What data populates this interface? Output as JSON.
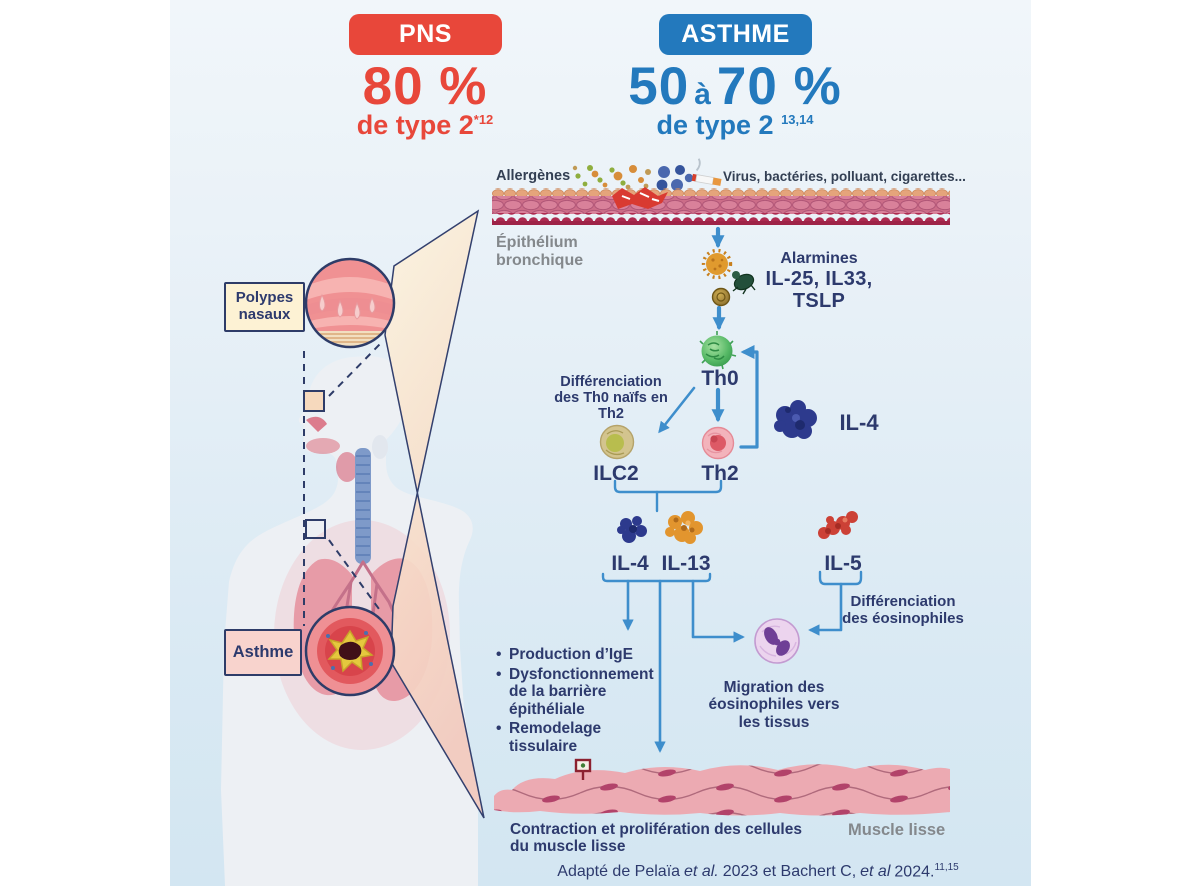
{
  "header": {
    "pns": {
      "badge": "PNS",
      "percent": "80 %",
      "subtitle": "de type 2",
      "subtitle_sup": "*12",
      "color": "#e8473a"
    },
    "asthme": {
      "badge": "ASTHME",
      "percent_start": "50",
      "percent_conj": "à",
      "percent_end": "70 %",
      "subtitle": "de type 2",
      "subtitle_sup": "13,14",
      "color": "#2379bd"
    }
  },
  "body_panel": {
    "polypes_label": "Polypes nasaux",
    "asthme_label": "Asthme"
  },
  "pathway": {
    "allergens_label": "Allergènes",
    "triggers_label": "Virus, bactéries, polluant, cigarettes...",
    "epithelium_label": "Épithélium bronchique",
    "alarmines_title": "Alarmines",
    "alarmines_list": "IL-25, IL33, TSLP",
    "th0_label": "Th0",
    "differentiation_note": "Différenciation des Th0 naïfs en Th2",
    "ilc2_label": "ILC2",
    "th2_label": "Th2",
    "il4_feedback_label": "IL-4",
    "il4_label": "IL-4",
    "il13_label": "IL-13",
    "il5_label": "IL-5",
    "effects": [
      "Production d’IgE",
      "Dysfonctionnement de la barrière épithéliale",
      "Remodelage tissulaire"
    ],
    "eosinophil_differentiation": "Différenciation des éosinophiles",
    "eosinophil_migration": "Migration des éosinophiles vers les tissus",
    "contraction_label": "Contraction et prolifération des cellules du muscle lisse",
    "muscle_label": "Muscle lisse"
  },
  "footer": {
    "citation_prefix": "Adapté de Pelaïa",
    "citation_italic1": "et al.",
    "citation_mid": "2023 et Bachert C,",
    "citation_italic2": "et al",
    "citation_suffix": "2024.",
    "citation_sup": "11,15"
  },
  "colors": {
    "pns_red": "#e8473a",
    "asthme_blue": "#2379bd",
    "navy_text": "#2d3a6d",
    "arrow_blue": "#3e8ecc",
    "gray_text": "#84888c",
    "background_blue": "#d9e9f3"
  }
}
